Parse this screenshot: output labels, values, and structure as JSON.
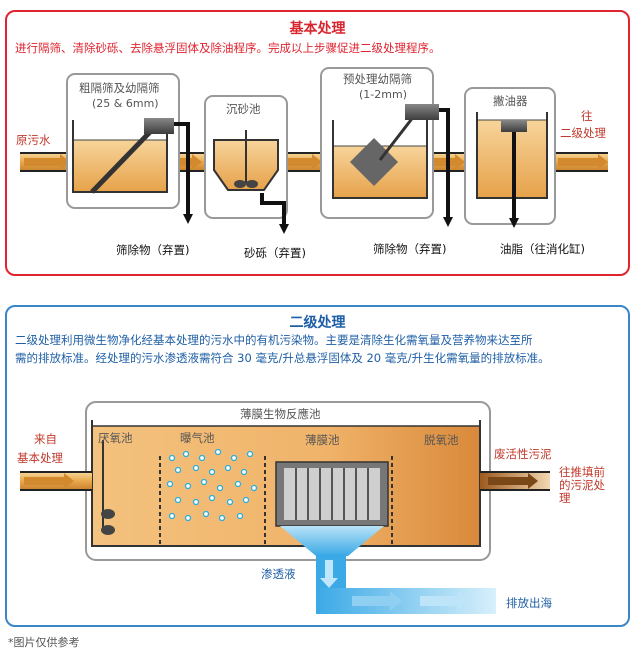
{
  "primary": {
    "title": "基本处理",
    "description": "进行隔筛、清除砂砾、去除悬浮固体及除油程序。完成以上步骤促进二级处理程序。",
    "inlet_label": "原污水",
    "outlet_label_line1": "往",
    "outlet_label_line2": "二级处理",
    "screen_title": "粗隔筛及幼隔筛",
    "screen_size": "(25 & 6mm)",
    "grit_title": "沉砂池",
    "fine_screen_title": "预处理幼隔筛",
    "fine_screen_size": "(1-2mm)",
    "grease_title": "撇油器",
    "screenings_1": "筛除物（弃置)",
    "grit_output": "砂砾（弃置)",
    "screenings_2": "筛除物（弃置)",
    "grease_output": "油脂（往消化缸)"
  },
  "secondary": {
    "title": "二级处理",
    "description_line1": "二级处理利用微生物净化经基本处理的污水中的有机污染物。主要是清除生化需氧量及营养物来达至所",
    "description_line2": "需的排放标准。经处理的污水渗透液需符合 30 毫克/升总悬浮固体及 20 毫克/升生化需氧量的排放标准。",
    "inlet_line1": "来自",
    "inlet_line2": "基本处理",
    "reactor_title": "薄膜生物反應池",
    "anoxic": "厌氧池",
    "aeration": "曝气池",
    "membrane": "薄膜池",
    "deoxygen": "脱氧池",
    "sludge_label": "废活性污泥",
    "sludge_dest_line1": "往推填前",
    "sludge_dest_line2": "的污泥处",
    "sludge_dest_line3": "理",
    "permeate": "渗透液",
    "discharge": "排放出海"
  },
  "footnote": "*图片仅供参考",
  "colors": {
    "primary_border": "#e0242f",
    "secondary_border": "#3a86c6",
    "title_red": "#d8262e",
    "text_red": "#e0242f",
    "text_blue": "#1f5fa6",
    "flow_orange": "#e4a24a",
    "water_blue": "#4fb7ea"
  }
}
